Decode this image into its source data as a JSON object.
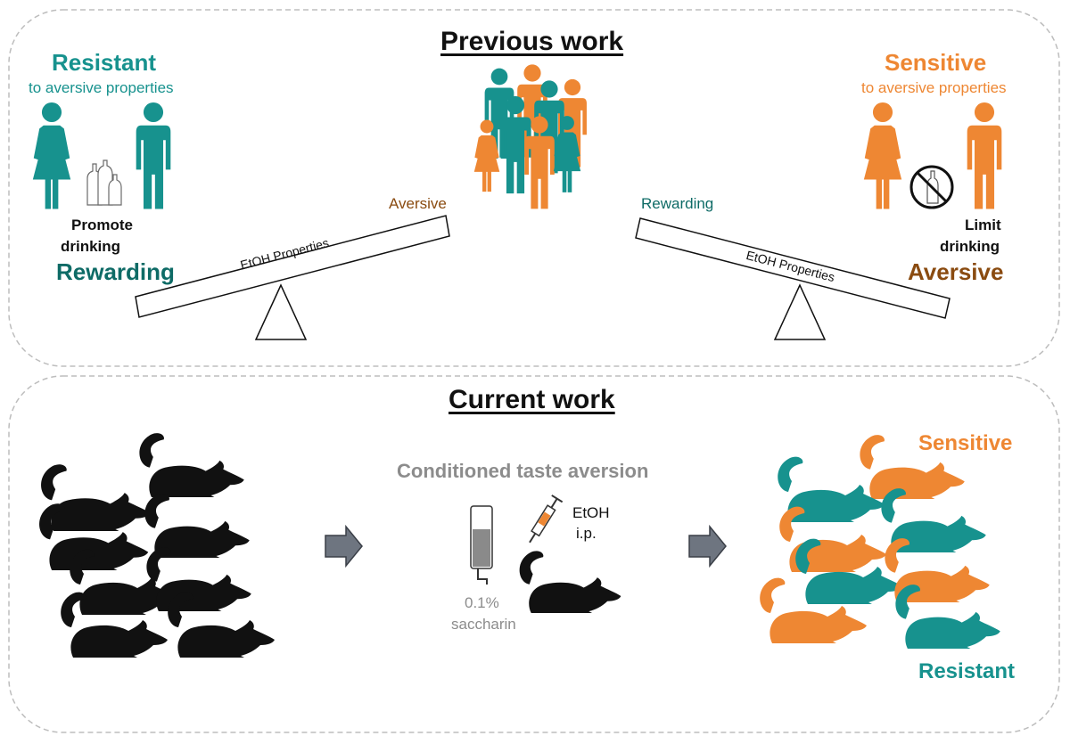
{
  "previous": {
    "title": "Previous work",
    "left": {
      "heading": "Resistant",
      "subheading": "to aversive properties",
      "effect_line1": "Promote",
      "effect_line2": "drinking",
      "dominant": "Rewarding"
    },
    "right": {
      "heading": "Sensitive",
      "subheading": "to aversive properties",
      "effect_line1": "Limit",
      "effect_line2": "drinking",
      "dominant": "Aversive"
    },
    "left_scale": {
      "beam_label": "EtOH Properties",
      "raised_label": "Aversive"
    },
    "right_scale": {
      "beam_label": "EtOH Properties",
      "raised_label": "Rewarding"
    }
  },
  "current": {
    "title": "Current work",
    "procedure": "Conditioned taste aversion",
    "injection_line1": "EtOH",
    "injection_line2": "i.p.",
    "solution_line1": "0.1%",
    "solution_line2": "saccharin",
    "outcome_top": "Sensitive",
    "outcome_bottom": "Resistant"
  },
  "colors": {
    "teal": "#17928e",
    "dark_teal": "#0e6b66",
    "orange": "#ee8733",
    "brown": "#8a4b10",
    "grey_text": "#8c8c8c",
    "arrow_fill": "#6e7580",
    "border": "#bdbdbd"
  },
  "icons": [
    "female-person-icon",
    "male-person-icon",
    "bottles-icon",
    "no-alcohol-icon",
    "crowd-icon",
    "rat-icon",
    "drinking-bottle-icon",
    "syringe-icon",
    "right-arrow-icon"
  ]
}
